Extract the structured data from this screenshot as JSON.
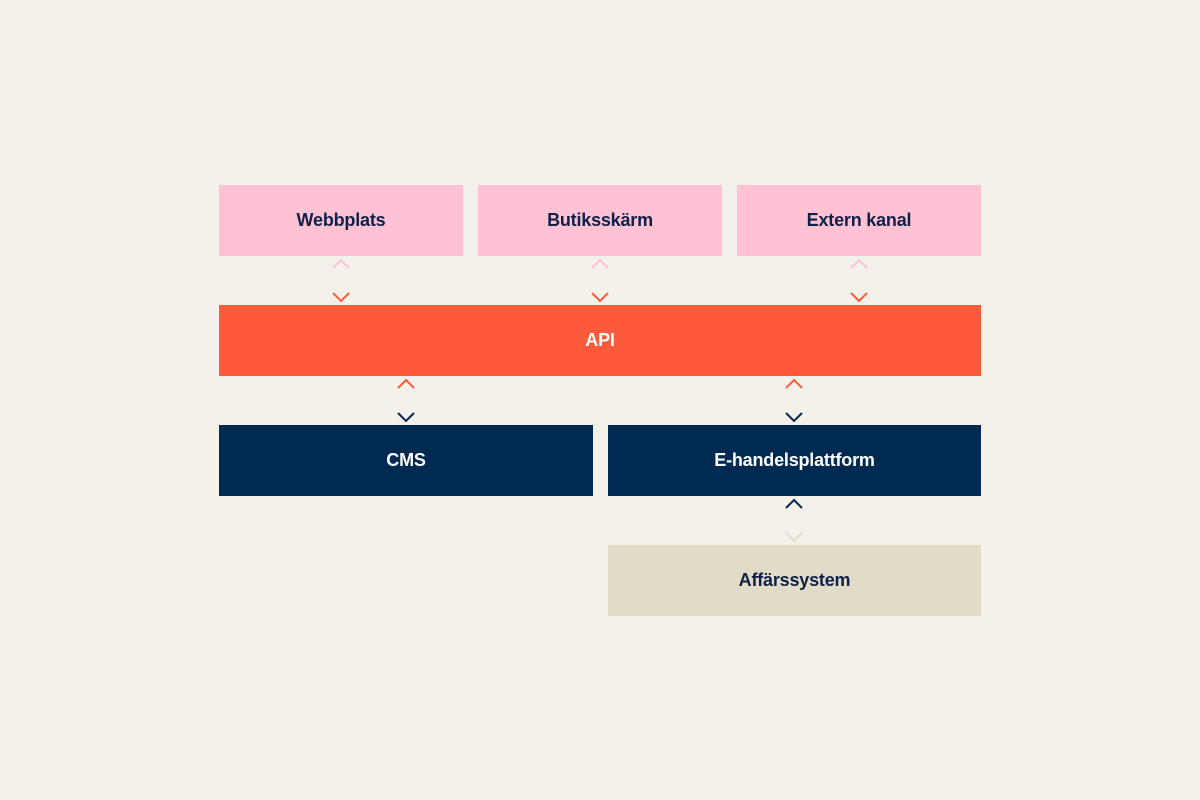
{
  "colors": {
    "background": "#F4F1EA",
    "pink": "#FFC2D4",
    "orange": "#FF5A3C",
    "navy": "#002A52",
    "beige": "#E1DBC8",
    "text_dark": "#0E2148",
    "text_light": "#FFFFFF"
  },
  "channels": [
    {
      "id": "webbplats",
      "label": "Webbplats"
    },
    {
      "id": "butik",
      "label": "Butiksskärm"
    },
    {
      "id": "extern",
      "label": "Extern kanal"
    }
  ],
  "api": {
    "label": "API"
  },
  "systems": [
    {
      "id": "cms",
      "label": "CMS"
    },
    {
      "id": "ehandel",
      "label": "E-handelsplattform"
    }
  ],
  "erp": {
    "label": "Affärssystem"
  },
  "connections": [
    {
      "from": "Webbplats",
      "to": "API",
      "direction": "bidirectional"
    },
    {
      "from": "Butiksskärm",
      "to": "API",
      "direction": "bidirectional"
    },
    {
      "from": "Extern kanal",
      "to": "API",
      "direction": "bidirectional"
    },
    {
      "from": "API",
      "to": "CMS",
      "direction": "bidirectional"
    },
    {
      "from": "API",
      "to": "E-handelsplattform",
      "direction": "bidirectional"
    },
    {
      "from": "E-handelsplattform",
      "to": "Affärssystem",
      "direction": "bidirectional"
    }
  ]
}
